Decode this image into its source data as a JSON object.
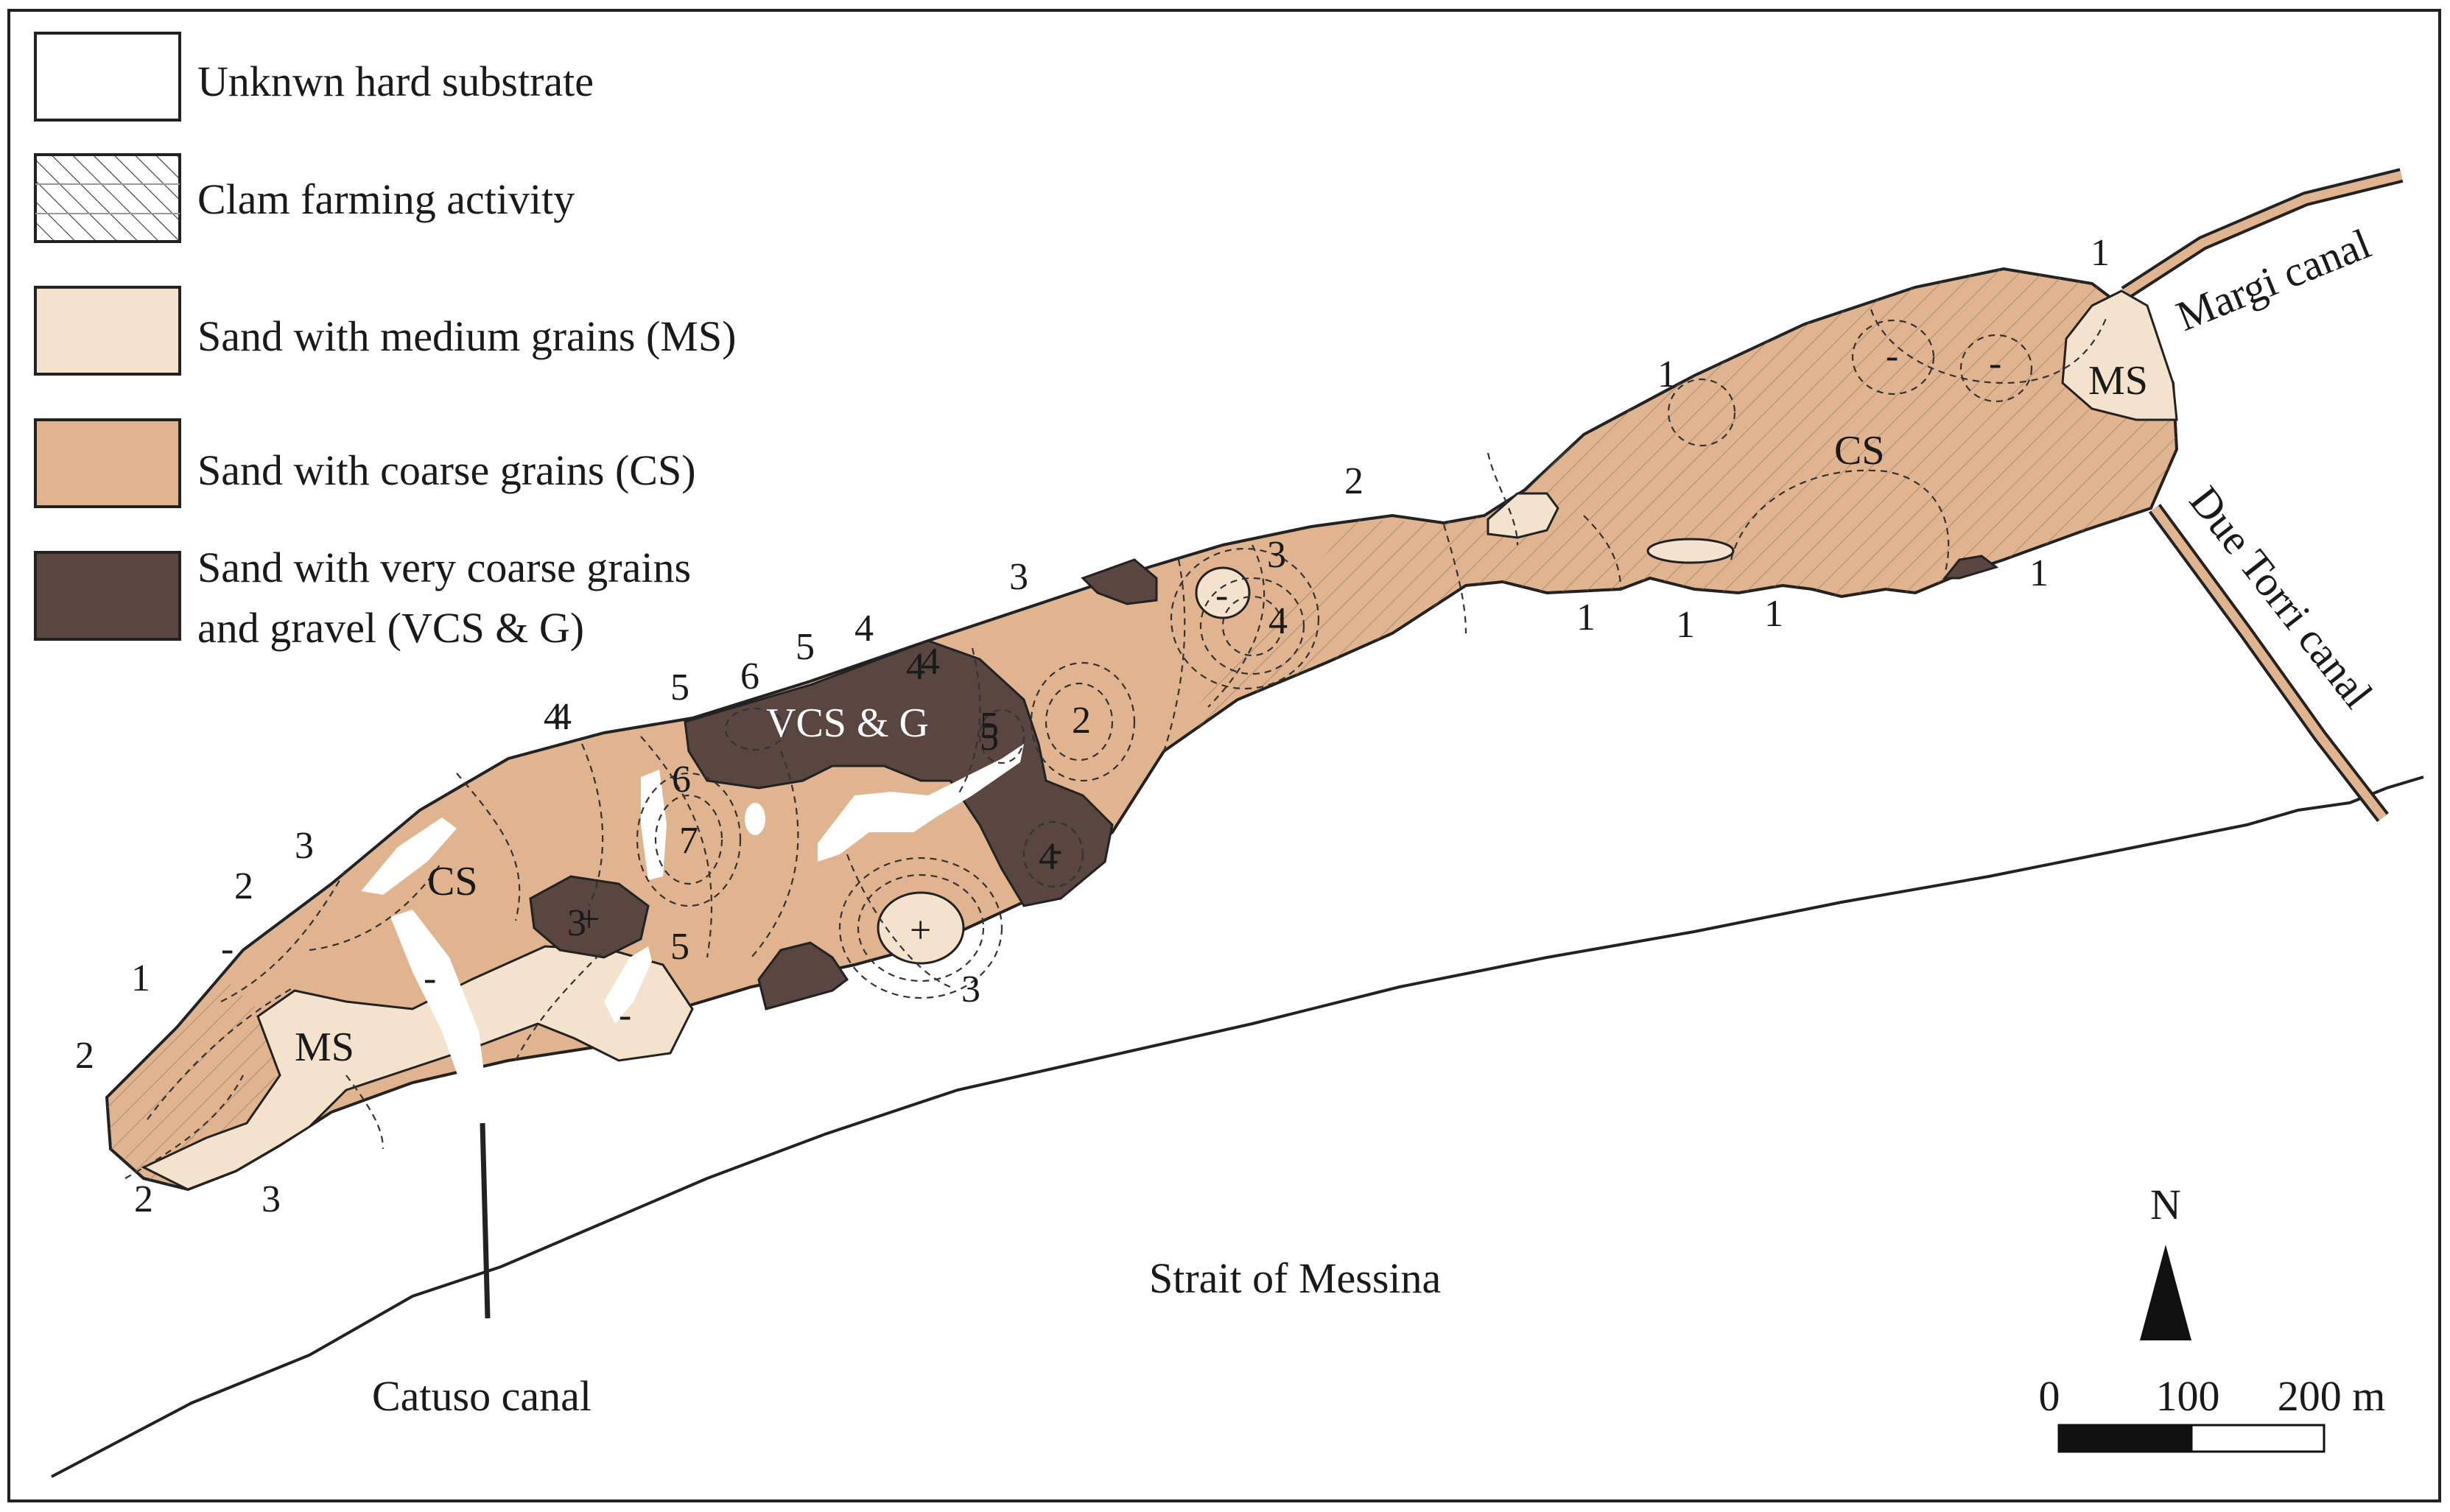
{
  "legend": {
    "items": [
      {
        "key": "unknown_hard_substrate",
        "label": "Unknwn hard substrate",
        "color": "#ffffff"
      },
      {
        "key": "clam_farming",
        "label": "Clam farming activity",
        "pattern": "hatched"
      },
      {
        "key": "ms",
        "label": "Sand with medium grains (MS)",
        "color": "#f3e3cc"
      },
      {
        "key": "cs",
        "label": "Sand with coarse grains (CS)",
        "color": "#dfb48f"
      },
      {
        "key": "vcs_g",
        "label_line1": "Sand with very coarse grains",
        "label_line2": "and gravel (VCS & G)",
        "color": "#5a4640"
      }
    ]
  },
  "places": {
    "margi_canal": "Margi canal",
    "due_torri_canal": "Due Torri canal",
    "strait": "Strait of Messina",
    "catuso_canal": "Catuso canal"
  },
  "regions": {
    "cs_west": "CS",
    "ms_west": "MS",
    "vcs_g": "VCS & G",
    "cs_east": "CS",
    "ms_east": "MS"
  },
  "contour_labels": [
    "1",
    "1",
    "1",
    "1",
    "1",
    "1",
    "2",
    "3",
    "4",
    "5",
    "6",
    "5",
    "4",
    "3",
    "3",
    "2",
    "1",
    "2",
    "2",
    "3",
    "4",
    "5",
    "6",
    "7",
    "5",
    "3",
    "4",
    "5",
    "4",
    "2",
    "3",
    "4",
    "4"
  ],
  "sign_labels": [
    "-",
    "-",
    "-",
    "+",
    "+",
    "-",
    "-",
    "-",
    "-"
  ],
  "north_arrow": {
    "label": "N"
  },
  "scale_bar": {
    "ticks": [
      "0",
      "100",
      "200 m"
    ]
  }
}
